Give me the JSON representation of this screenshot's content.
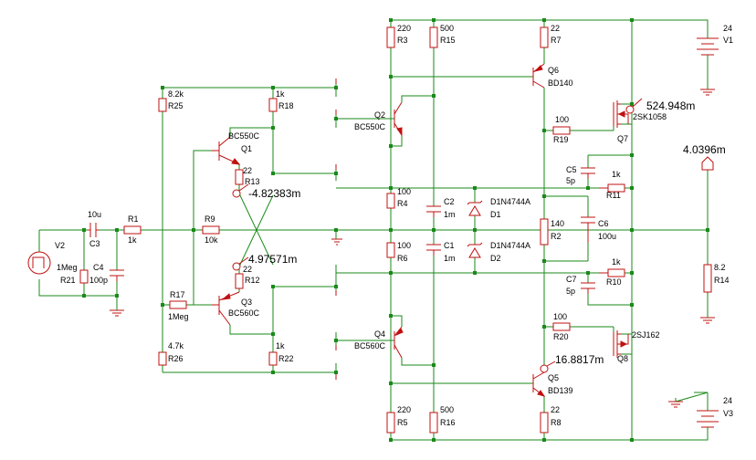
{
  "probes": {
    "v_q6": "524.948m",
    "v_out": "4.0396m",
    "v_q1": "-4.82383m",
    "v_q3": "4.97571m",
    "v_q5": "16.8817m"
  },
  "components": {
    "R1": {
      "ref": "R1",
      "value": "1k"
    },
    "R2": {
      "ref": "R2",
      "value": "140"
    },
    "R3": {
      "ref": "R3",
      "value": "220"
    },
    "R4": {
      "ref": "R4",
      "value": "100"
    },
    "R5": {
      "ref": "R5",
      "value": "220"
    },
    "R6": {
      "ref": "R6",
      "value": "100"
    },
    "R7": {
      "ref": "R7",
      "value": "22"
    },
    "R8": {
      "ref": "R8",
      "value": "22"
    },
    "R9": {
      "ref": "R9",
      "value": "10k"
    },
    "R10": {
      "ref": "R10",
      "value": "1k"
    },
    "R11": {
      "ref": "R11",
      "value": "1k"
    },
    "R12": {
      "ref": "R12",
      "value": "22"
    },
    "R13": {
      "ref": "R13",
      "value": "22"
    },
    "R14": {
      "ref": "R14",
      "value": "8.2"
    },
    "R15": {
      "ref": "R15",
      "value": "500"
    },
    "R16": {
      "ref": "R16",
      "value": "500"
    },
    "R17": {
      "ref": "R17",
      "value": "1Meg"
    },
    "R18": {
      "ref": "R18",
      "value": "1k"
    },
    "R19": {
      "ref": "R19",
      "value": "100"
    },
    "R20": {
      "ref": "R20",
      "value": "100"
    },
    "R21": {
      "ref": "R21",
      "value": "1Meg"
    },
    "R22": {
      "ref": "R22",
      "value": "1k"
    },
    "R25": {
      "ref": "R25",
      "value": "8.2k"
    },
    "R26": {
      "ref": "R26",
      "value": "4.7k"
    },
    "C1": {
      "ref": "C1",
      "value": "1m"
    },
    "C2": {
      "ref": "C2",
      "value": "1m"
    },
    "C3": {
      "ref": "C3",
      "value": "10u"
    },
    "C4": {
      "ref": "C4",
      "value": "100p"
    },
    "C5": {
      "ref": "C5",
      "value": "5p"
    },
    "C6": {
      "ref": "C6",
      "value": "100u"
    },
    "C7": {
      "ref": "C7",
      "value": "5p"
    },
    "D1": {
      "ref": "D1",
      "value": "D1N4744A"
    },
    "D2": {
      "ref": "D2",
      "value": "D1N4744A"
    },
    "Q1": {
      "ref": "Q1",
      "value": "BC550C"
    },
    "Q2": {
      "ref": "Q2",
      "value": "BC550C"
    },
    "Q3": {
      "ref": "Q3",
      "value": "BC560C"
    },
    "Q4": {
      "ref": "Q4",
      "value": "BC560C"
    },
    "Q5": {
      "ref": "Q5",
      "value": "BD139"
    },
    "Q6": {
      "ref": "Q6",
      "value": "BD140"
    },
    "Q7": {
      "ref": "Q7",
      "value": "2SK1058"
    },
    "Q8": {
      "ref": "Q8",
      "value": "2SJ162"
    },
    "V1": {
      "ref": "V1",
      "value": "24"
    },
    "V2": {
      "ref": "V2"
    },
    "V3": {
      "ref": "V3",
      "value": "24"
    }
  },
  "colors": {
    "wire": "#1a8a1a",
    "component": "#c01010",
    "text": "#000000"
  }
}
